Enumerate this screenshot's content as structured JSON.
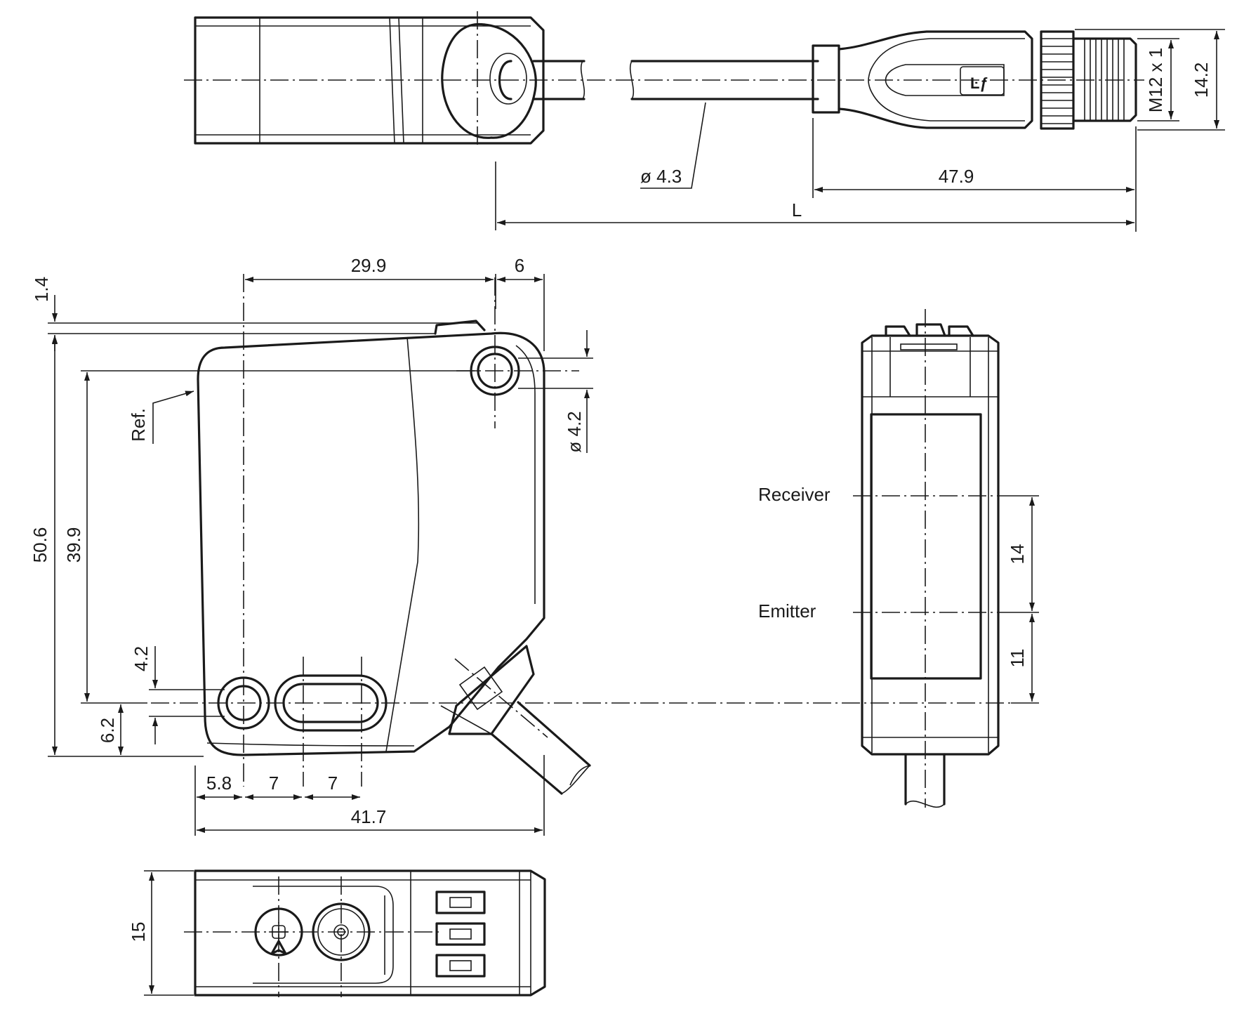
{
  "dimensions": {
    "cable_diameter": "ø 4.3",
    "connector_length": "47.9",
    "cable_length": "L",
    "thread": "M12 x 1",
    "connector_diameter": "14.2",
    "hole_to_edge": "29.9",
    "hole_offset": "6",
    "top_step": "1.4",
    "mount_hole_diameter": "ø 4.2",
    "total_height": "50.6",
    "hole_spacing_vertical": "39.9",
    "bottom_hole_diameter": "4.2",
    "bottom_axis": "6.2",
    "left_offset": "5.8",
    "pitch_1": "7",
    "pitch_2": "7",
    "total_width": "41.7",
    "emitter_to_receiver": "14",
    "emitter_to_axis": "11",
    "depth": "15"
  },
  "labels": {
    "reference": "Ref.",
    "receiver": "Receiver",
    "emitter": "Emitter"
  }
}
